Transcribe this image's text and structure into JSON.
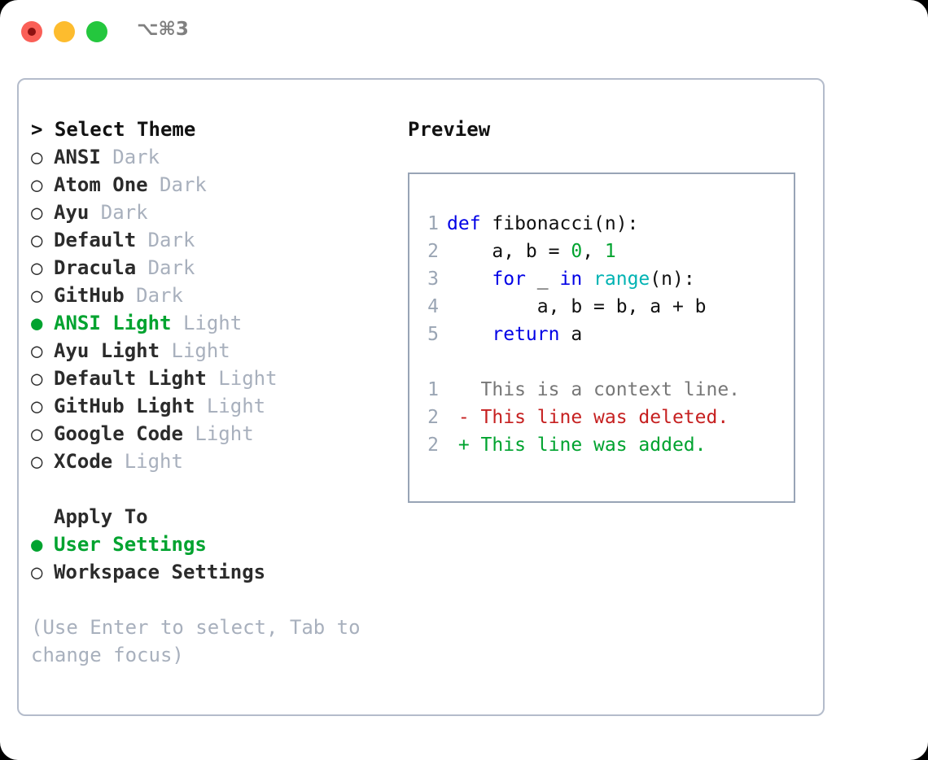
{
  "window": {
    "traffic_lights": [
      "close-red",
      "minimize-yellow",
      "maximize-green"
    ],
    "shortcut": "⌥⌘3",
    "colors": {
      "red": "#fa5f57",
      "yellow": "#fdbc2e",
      "green": "#24c73e",
      "accent_green": "#00a32f",
      "muted": "#a8b0bd",
      "border": "#b4bccb",
      "preview_border": "#98a4b6"
    }
  },
  "theme_picker": {
    "prompt_marker": ">",
    "title": "Select Theme",
    "marker_selected": "●",
    "marker_unselected": "○",
    "options": [
      {
        "name": "ANSI",
        "tag": "Dark",
        "selected": false
      },
      {
        "name": "Atom One",
        "tag": "Dark",
        "selected": false
      },
      {
        "name": "Ayu",
        "tag": "Dark",
        "selected": false
      },
      {
        "name": "Default",
        "tag": "Dark",
        "selected": false
      },
      {
        "name": "Dracula",
        "tag": "Dark",
        "selected": false
      },
      {
        "name": "GitHub",
        "tag": "Dark",
        "selected": false
      },
      {
        "name": "ANSI Light",
        "tag": "Light",
        "selected": true
      },
      {
        "name": "Ayu Light",
        "tag": "Light",
        "selected": false
      },
      {
        "name": "Default Light",
        "tag": "Light",
        "selected": false
      },
      {
        "name": "GitHub Light",
        "tag": "Light",
        "selected": false
      },
      {
        "name": "Google Code",
        "tag": "Light",
        "selected": false
      },
      {
        "name": "XCode",
        "tag": "Light",
        "selected": false
      }
    ]
  },
  "apply_to": {
    "title": "Apply To",
    "options": [
      {
        "name": "User Settings",
        "selected": true
      },
      {
        "name": "Workspace Settings",
        "selected": false
      }
    ]
  },
  "hint": "(Use Enter to select, Tab to change focus)",
  "preview": {
    "title": "Preview",
    "code_lines": [
      {
        "num": "1",
        "tokens": [
          {
            "t": "def",
            "c": "kw"
          },
          {
            "t": " fibonacci(n):",
            "c": "txt"
          }
        ]
      },
      {
        "num": "2",
        "tokens": [
          {
            "t": "    a, b = ",
            "c": "txt"
          },
          {
            "t": "0",
            "c": "num"
          },
          {
            "t": ", ",
            "c": "txt"
          },
          {
            "t": "1",
            "c": "num"
          }
        ]
      },
      {
        "num": "3",
        "tokens": [
          {
            "t": "    ",
            "c": "txt"
          },
          {
            "t": "for",
            "c": "kw"
          },
          {
            "t": " _ ",
            "c": "txt"
          },
          {
            "t": "in",
            "c": "kw"
          },
          {
            "t": " ",
            "c": "txt"
          },
          {
            "t": "range",
            "c": "fn"
          },
          {
            "t": "(n):",
            "c": "txt"
          }
        ]
      },
      {
        "num": "4",
        "tokens": [
          {
            "t": "        a, b = b, a + b",
            "c": "txt"
          }
        ]
      },
      {
        "num": "5",
        "tokens": [
          {
            "t": "    ",
            "c": "txt"
          },
          {
            "t": "return",
            "c": "kw"
          },
          {
            "t": " a",
            "c": "txt"
          }
        ]
      }
    ],
    "diff_lines": [
      {
        "num": "1",
        "sign": " ",
        "text": "This is a context line.",
        "kind": "ctx"
      },
      {
        "num": "2",
        "sign": "-",
        "text": "This line was deleted.",
        "kind": "del"
      },
      {
        "num": "2",
        "sign": "+",
        "text": "This line was added.",
        "kind": "add"
      }
    ]
  }
}
